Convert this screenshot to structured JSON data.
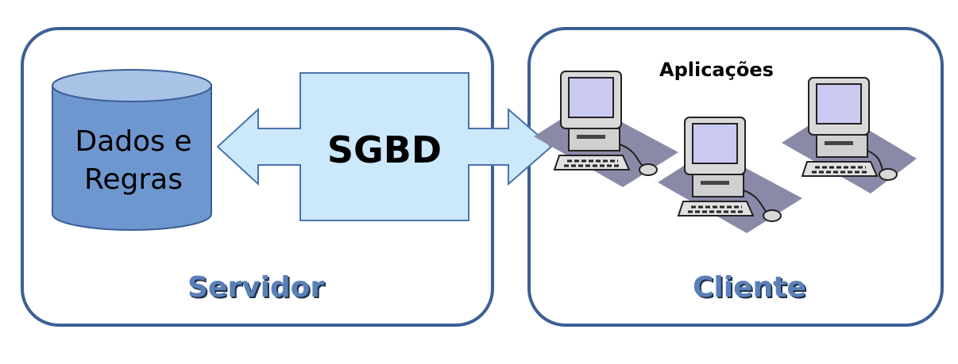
{
  "panels": {
    "server": {
      "title": "Servidor"
    },
    "client": {
      "title": "Cliente",
      "apps_label": "Aplicações"
    }
  },
  "database": {
    "line1": "Dados e",
    "line2": "Regras"
  },
  "dbms": {
    "label": "SGBD"
  },
  "colors": {
    "panel_border": "#3c5f94",
    "panel_title": "#5a80b8",
    "cylinder_body": "#6f97cf",
    "cylinder_top": "#a9c3e6",
    "arrow_fill": "#cce8fb",
    "arrow_stroke": "#4a73ad",
    "computer_shadow": "#8a8aa8"
  },
  "icons": [
    "database-cylinder-icon",
    "computer-icon",
    "computer-icon",
    "computer-icon"
  ]
}
